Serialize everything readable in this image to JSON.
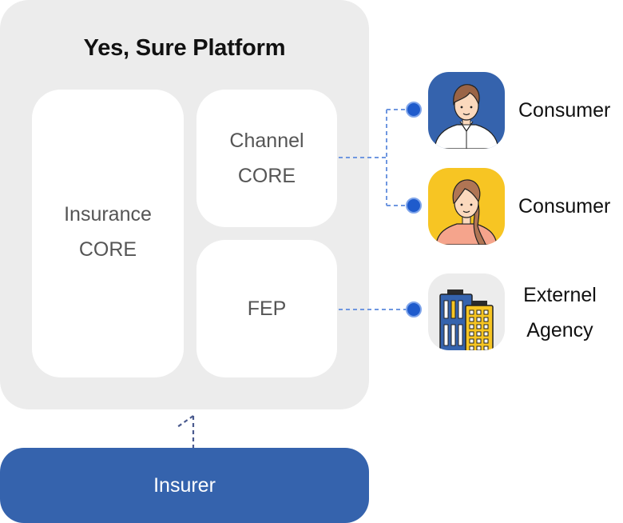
{
  "platform": {
    "title": "Yes, Sure Platform",
    "modules": {
      "insurance_core": {
        "line1": "Insurance",
        "line2": "CORE"
      },
      "channel_core": {
        "line1": "Channel",
        "line2": "CORE"
      },
      "fep": {
        "line1": "FEP"
      }
    }
  },
  "insurer": {
    "label": "Insurer"
  },
  "external": [
    {
      "icon": "male-consumer-avatar-icon",
      "label": "Consumer"
    },
    {
      "icon": "female-consumer-avatar-icon",
      "label": "Consumer"
    },
    {
      "icon": "office-buildings-icon",
      "line1": "Externel",
      "line2": "Agency"
    }
  ],
  "colors": {
    "platform_bg": "#ececec",
    "module_bg": "#ffffff",
    "insurer_bg": "#3563ad",
    "connector": "#6f97e0",
    "node_dot": "#1f5bcc",
    "insurer_connector": "#4a5a8e",
    "consumer1_bg": "#3563ad",
    "consumer2_bg": "#f7c523",
    "agency_bg": "#ececec"
  }
}
